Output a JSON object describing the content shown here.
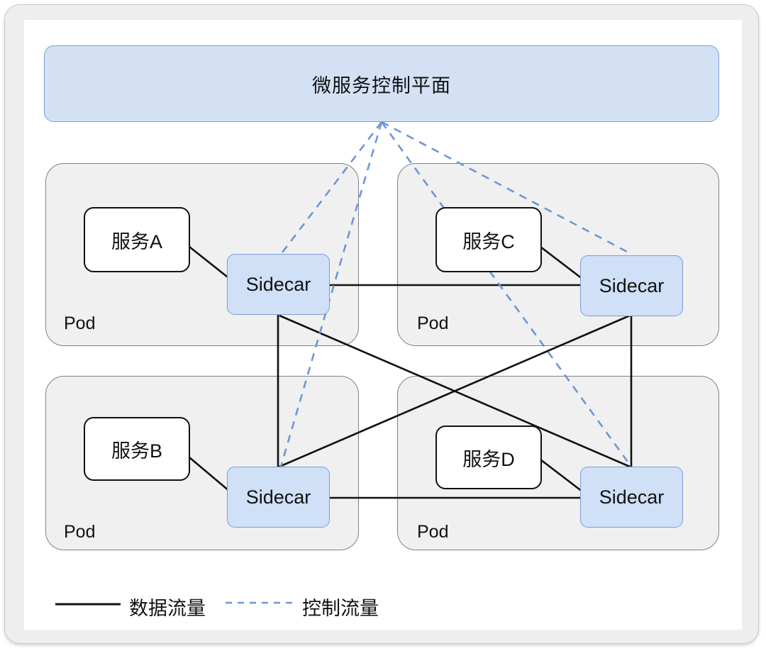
{
  "diagram": {
    "title": "微服务控制平面",
    "control_plane": {
      "label": "微服务控制平面"
    },
    "pods": [
      {
        "id": "pod-a",
        "pod_label": "Pod",
        "service_label": "服务A",
        "sidecar_label": "Sidecar"
      },
      {
        "id": "pod-c",
        "pod_label": "Pod",
        "service_label": "服务C",
        "sidecar_label": "Sidecar"
      },
      {
        "id": "pod-b",
        "pod_label": "Pod",
        "service_label": "服务B",
        "sidecar_label": "Sidecar"
      },
      {
        "id": "pod-d",
        "pod_label": "Pod",
        "service_label": "服务D",
        "sidecar_label": "Sidecar"
      }
    ],
    "legend": [
      {
        "id": "data-traffic",
        "label": "数据流量",
        "style": "solid",
        "color": "#111111"
      },
      {
        "id": "control-traffic",
        "label": "控制流量",
        "style": "dashed",
        "color": "#6f96d6"
      }
    ],
    "colors": {
      "control_plane_fill": "#d4e1f5",
      "control_plane_stroke": "#7b9ed4",
      "pod_fill": "#f0f0f0",
      "pod_stroke": "#7d8184",
      "service_fill": "#ffffff",
      "service_stroke": "#111111",
      "sidecar_fill": "#cfe0f7",
      "sidecar_stroke": "#7b9ed4",
      "data_line": "#111111",
      "control_line": "#6f96d6",
      "shell_fill": "#eceef0",
      "canvas_fill": "#ffffff"
    }
  }
}
